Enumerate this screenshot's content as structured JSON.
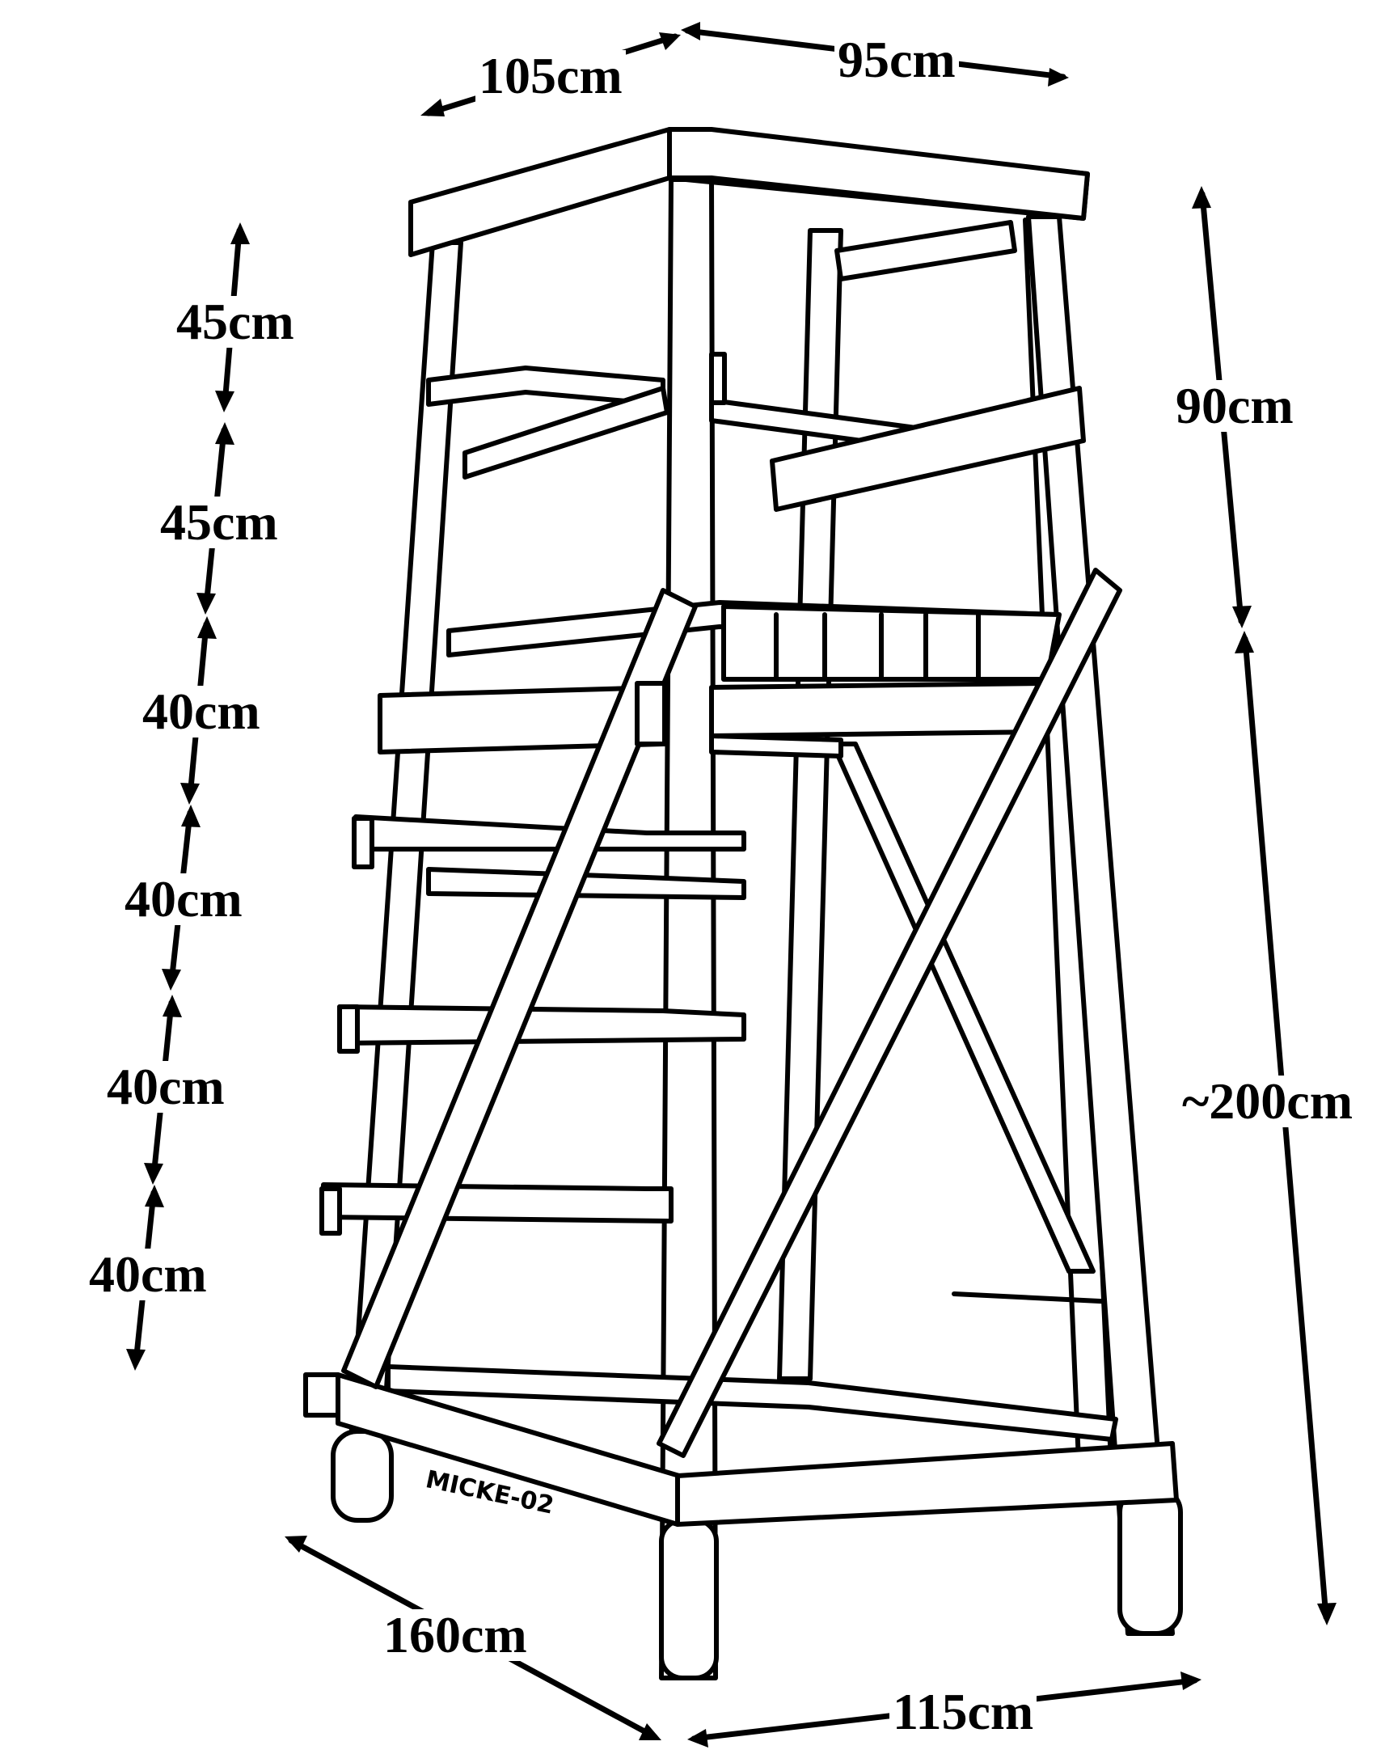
{
  "dimensions": {
    "top_depth": "105cm",
    "top_width": "95cm",
    "roof_height": "90cm",
    "total_height": "~200cm",
    "base_depth": "160cm",
    "base_width": "115cm",
    "step_heights": [
      "45cm",
      "45cm",
      "40cm",
      "40cm",
      "40cm",
      "40cm"
    ]
  },
  "signature": "MICKE-02"
}
